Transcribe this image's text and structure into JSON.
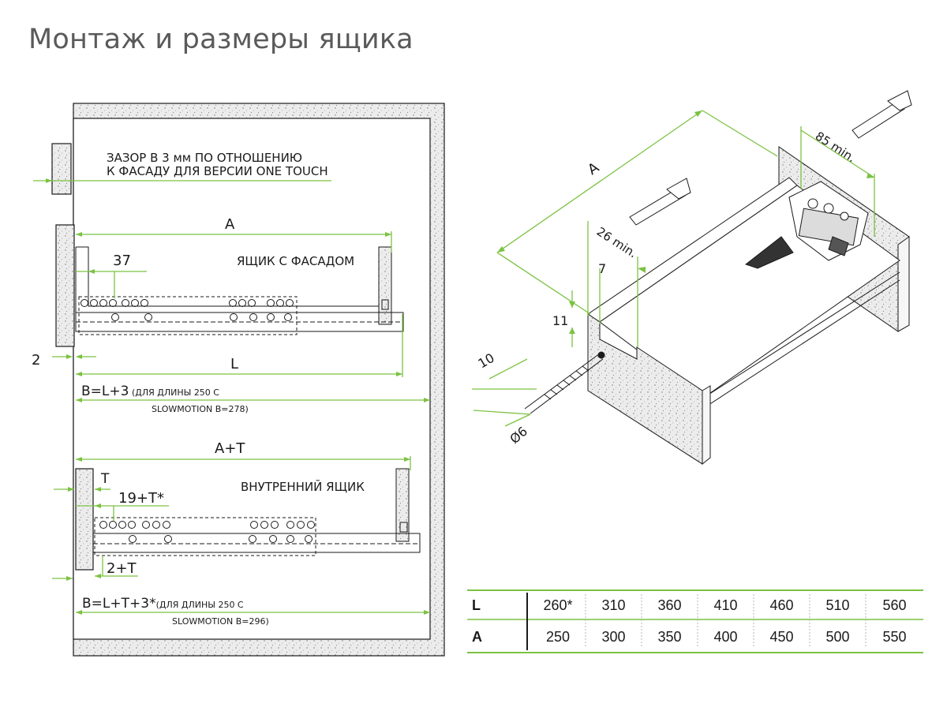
{
  "title": "Монтаж и размеры ящика",
  "colors": {
    "accent": "#7cc242",
    "ink": "#1a1a1a",
    "title": "#5a5a5a",
    "hatch": "#d9d9d9"
  },
  "left_drawing": {
    "gap_note_line1": "ЗАЗОР В 3 мм ПО ОТНОШЕНИЮ",
    "gap_note_line2": "К ФАСАДУ ДЛЯ ВЕРСИИ ONE TOUCH",
    "dim_A": "A",
    "dim_37": "37",
    "label_facade_drawer": "ЯЩИК С ФАСАДОМ",
    "dim_2": "2",
    "dim_L": "L",
    "formula1_main": "B=L+3",
    "formula1_small": " (ДЛЯ ДЛИНЫ 250 С",
    "formula1_line2": "SLOWMOTION B=278)",
    "dim_A_T": "A+T",
    "dim_T": "T",
    "dim_19T": "19+T*",
    "label_inner_drawer": "ВНУТРЕННИЙ ЯЩИК",
    "dim_2T": "2+T",
    "formula2_main": "B=L+T+3*",
    "formula2_small": "(ДЛЯ ДЛИНЫ 250 С",
    "formula2_line2": "SLOWMOTION B=296)"
  },
  "right_drawing": {
    "dim_A": "A",
    "dim_85": "85 min.",
    "dim_26": "26 min.",
    "dim_7": "7",
    "dim_11": "11",
    "dim_10": "10",
    "dim_d6": "Ø6"
  },
  "table": {
    "rows": [
      {
        "label": "L",
        "values": [
          "260*",
          "310",
          "360",
          "410",
          "460",
          "510",
          "560"
        ]
      },
      {
        "label": "A",
        "values": [
          "250",
          "300",
          "350",
          "400",
          "450",
          "500",
          "550"
        ]
      }
    ]
  }
}
